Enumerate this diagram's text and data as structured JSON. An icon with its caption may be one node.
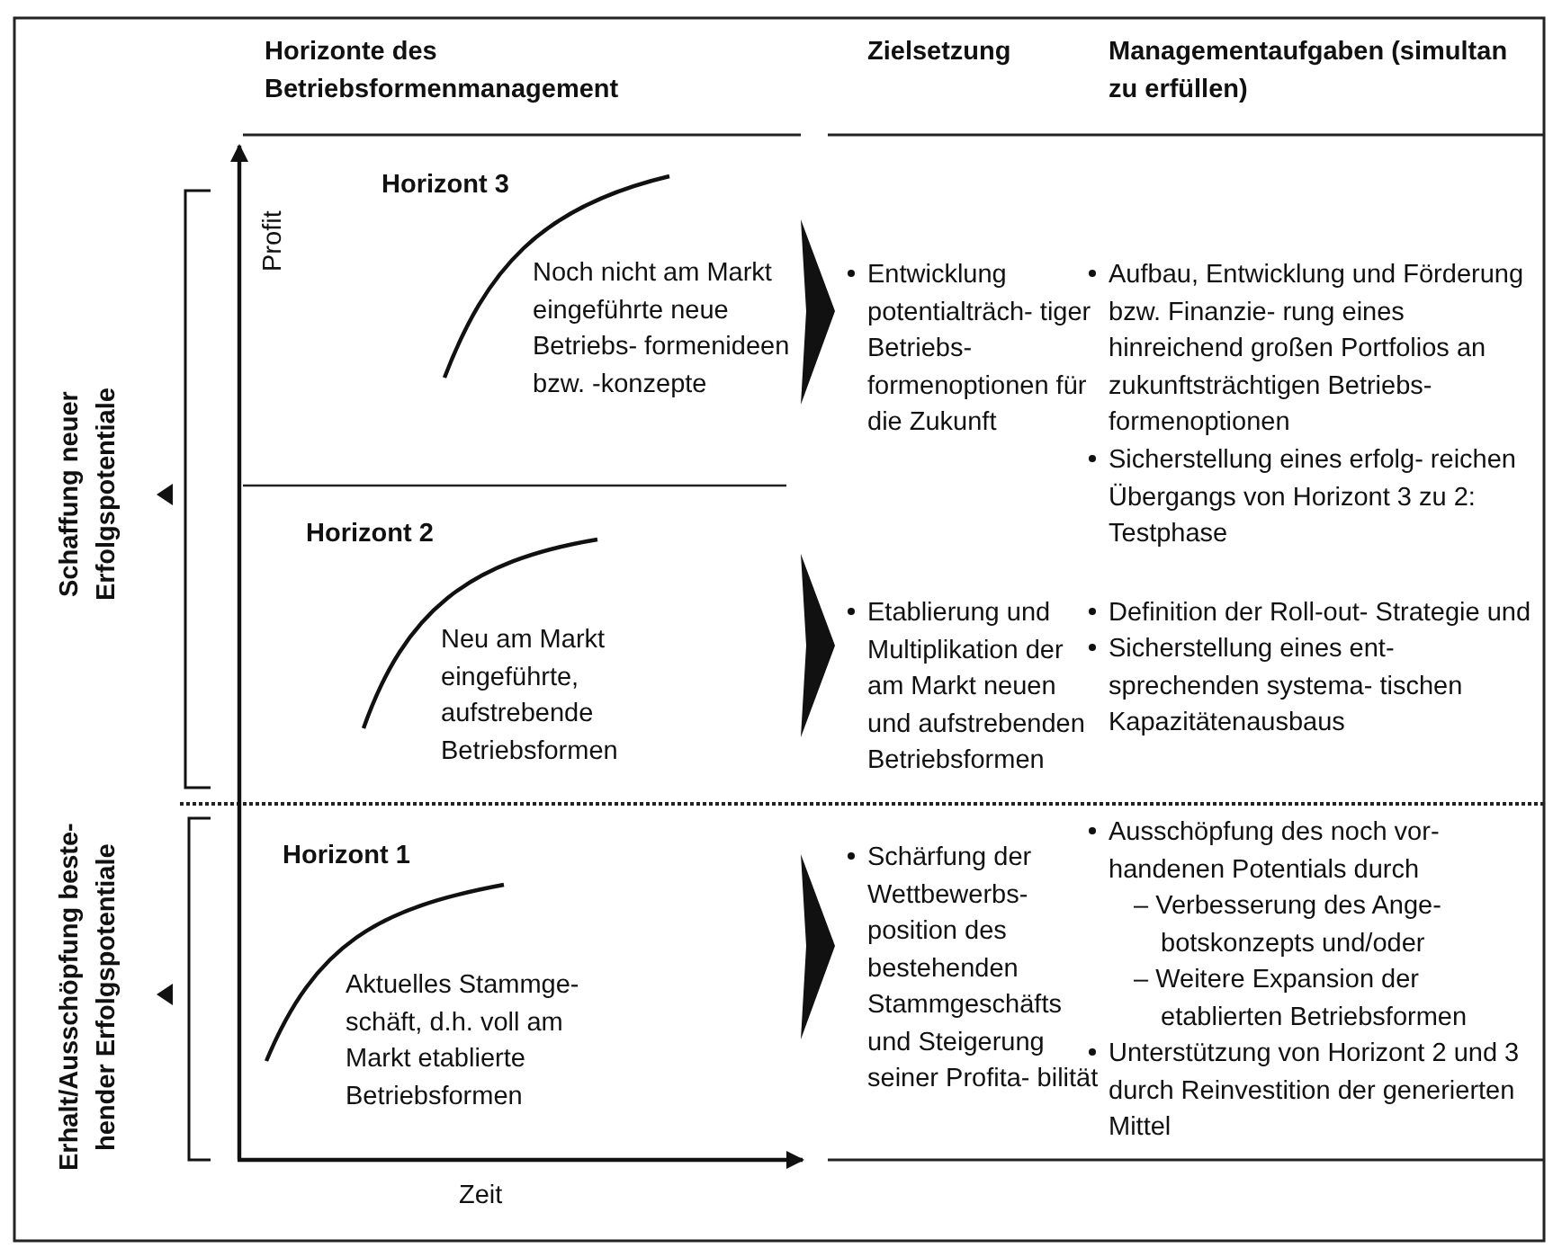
{
  "diagram": {
    "labels": [
      "Horizonte des Betriebsformenmanagement",
      "Zielsetzung",
      "Managementaufgaben (simultan zu erfüllen)",
      "Schaffung neuer Erfolgspotentiale",
      "Profit",
      "Horizont 3",
      "Noch nicht am Markt eingeführte neue Betriebs- formenideen bzw. -konzepte",
      "Entwicklung potentialträch- tiger Betriebs- formenoptionen für die Zukunft",
      "Aufbau, Entwicklung und Förderung bzw. Finanzie- rung eines hinreichend großen Portfolios an zukunftsträchtigen Betriebs- formenoptionen",
      "Sicherstellung eines erfolg- reichen Übergangs von Horizont 3 zu 2: Testphase",
      "Horizont 2",
      "Neu am Markt eingeführte, aufstrebende Betriebsformen",
      "Etablierung und Multiplikation der am Markt neuen und aufstrebenden Betriebsformen",
      "Definition der Roll-out- Strategie und",
      "Sicherstellung eines ent- sprechenden systema- tischen Kapazitätenausbaus",
      "Erhalt/Ausschöpfung beste- hender Erfolgspotentiale",
      "Horizont 1",
      "Aktuelles Stammge- schäft, d.h. voll am Markt etablierte Betriebsformen",
      "Schärfung der Wettbewerbs- position des bestehenden Stammgeschäfts und Steigerung seiner Profita- bilität",
      "Ausschöpfung des noch vor- handenen Potentials durch",
      "– Verbesserung des Ange- botskonzepts und/oder",
      "– Weitere Expansion der etablierten Betriebsformen",
      "Unterstützung von Horizont 2 und 3 durch Reinvestition der generierten Mittel",
      "Zeit"
    ]
  }
}
